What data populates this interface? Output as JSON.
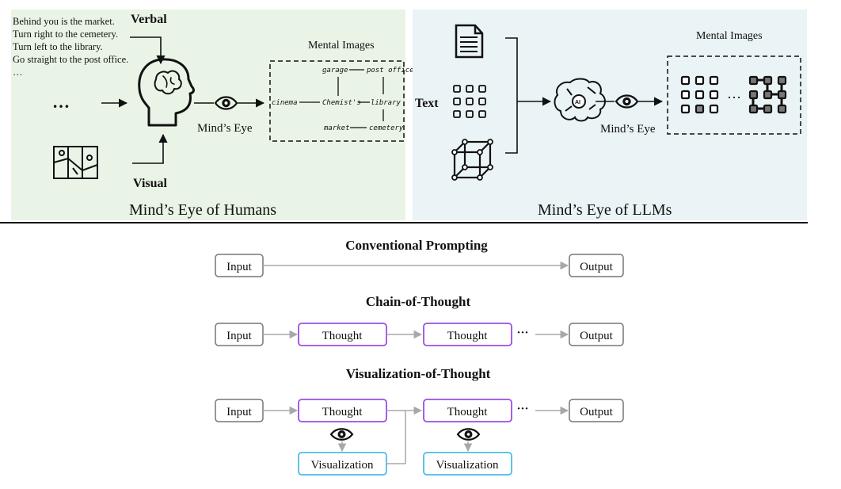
{
  "humans_panel": {
    "title": "Mind’s Eye of Humans",
    "verbal_label": "Verbal",
    "visual_label": "Visual",
    "ellipsis": "…",
    "instructions": [
      "Behind you is the market.",
      "Turn right to the cemetery.",
      "Turn left to the library.",
      "Go straight to the post office.",
      "…"
    ],
    "minds_eye_label": "Mind’s Eye",
    "mental_images_label": "Mental Images",
    "map_labels": {
      "garage": "garage",
      "post_office": "post office",
      "cinema": "cinema",
      "chemists": "Chemist's",
      "library": "library",
      "market": "market",
      "cemetery": "cemetery"
    },
    "bg_color": "#e9f4e6"
  },
  "llms_panel": {
    "title": "Mind’s Eye of LLMs",
    "text_label": "Text",
    "minds_eye_label": "Mind’s Eye",
    "mental_images_label": "Mental Images",
    "ellipsis": "…",
    "ai_label": "AI",
    "bg_color": "#eaf3f5"
  },
  "flows": {
    "conventional": {
      "title": "Conventional Prompting",
      "input": "Input",
      "output": "Output"
    },
    "cot": {
      "title": "Chain-of-Thought",
      "input": "Input",
      "thought1": "Thought",
      "thought2": "Thought",
      "ellipsis": "···",
      "output": "Output"
    },
    "vot": {
      "title": "Visualization-of-Thought",
      "input": "Input",
      "thought1": "Thought",
      "thought2": "Thought",
      "ellipsis": "···",
      "output": "Output",
      "viz1": "Visualization",
      "viz2": "Visualization"
    }
  },
  "colors": {
    "thought_border": "#9b4fe0",
    "viz_border": "#4dbbe8",
    "box_border": "#777777",
    "arrow_gray": "#a8a8a8",
    "dark": "#111111"
  }
}
